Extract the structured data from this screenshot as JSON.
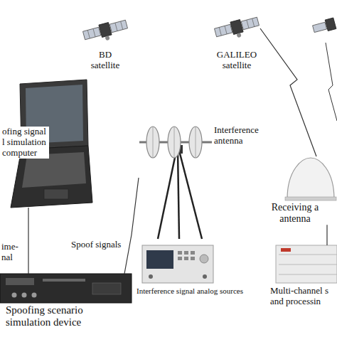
{
  "diagram": {
    "nodes": [
      {
        "text": [
          "BD satellite"
        ]
      },
      {
        "text": [
          "GALILEO satellite"
        ]
      },
      {
        "text": [
          "ofing signal l simulation computer"
        ]
      },
      {
        "text": [
          "Interference antenna"
        ]
      },
      {
        "text": [
          "Receiving a antenna"
        ]
      },
      {
        "text": [
          "Spoofing scenario simulation device"
        ]
      },
      {
        "text": [
          "Interference signal analog sources"
        ]
      },
      {
        "text": [
          "Multi-channel s and processin"
        ]
      }
    ],
    "edges": [
      {
        "from": 2,
        "to": 5,
        "label": "ime- nal",
        "arrow": "none"
      },
      {
        "from": 5,
        "to": 3,
        "label": "Spoof signals",
        "arrow": "none"
      },
      {
        "from": 1,
        "to": 4,
        "arrow": "none"
      },
      {
        "from": 4,
        "to": 7,
        "arrow": "none"
      }
    ]
  }
}
